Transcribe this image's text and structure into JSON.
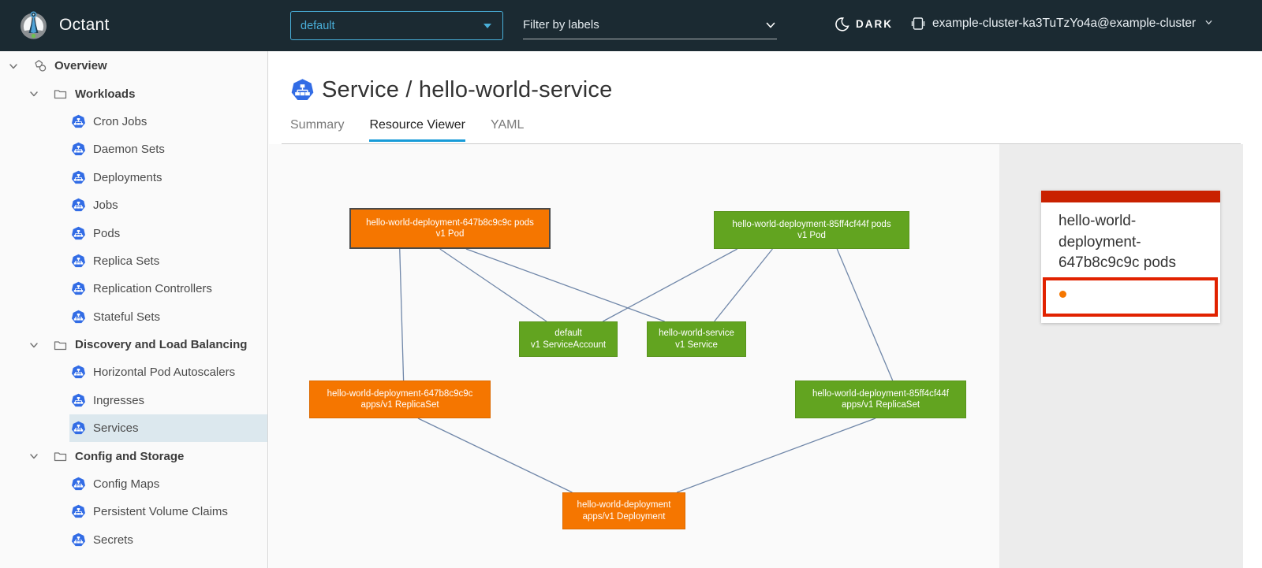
{
  "header": {
    "app_title": "Octant",
    "logo_icon": "octant-logo",
    "namespace_selector": {
      "value": "default",
      "caret_icon": "caret-down-icon"
    },
    "filter": {
      "placeholder": "Filter by labels",
      "chevron_icon": "chevron-down-icon"
    },
    "theme_toggle": {
      "label": "DARK",
      "icon": "moon-icon"
    },
    "context": {
      "label": "example-cluster-ka3TuTzYo4a@example-cluster",
      "icon": "cluster-icon",
      "chevron_icon": "chevron-down-icon"
    }
  },
  "sidebar": {
    "items": [
      {
        "label": "Overview",
        "level": 0,
        "group": true,
        "expandable": true,
        "icon": "applications-icon"
      },
      {
        "label": "Workloads",
        "level": 1,
        "group": true,
        "expandable": true,
        "icon": "folder-icon"
      },
      {
        "label": "Cron Jobs",
        "level": 2,
        "icon": "cronjob-icon"
      },
      {
        "label": "Daemon Sets",
        "level": 2,
        "icon": "daemonset-icon"
      },
      {
        "label": "Deployments",
        "level": 2,
        "icon": "deployment-icon"
      },
      {
        "label": "Jobs",
        "level": 2,
        "icon": "job-icon"
      },
      {
        "label": "Pods",
        "level": 2,
        "icon": "pod-icon"
      },
      {
        "label": "Replica Sets",
        "level": 2,
        "icon": "replicaset-icon"
      },
      {
        "label": "Replication Controllers",
        "level": 2,
        "icon": "replicationcontroller-icon"
      },
      {
        "label": "Stateful Sets",
        "level": 2,
        "icon": "statefulset-icon"
      },
      {
        "label": "Discovery and Load Balancing",
        "level": 1,
        "group": true,
        "expandable": true,
        "icon": "folder-icon"
      },
      {
        "label": "Horizontal Pod Autoscalers",
        "level": 2,
        "icon": "hpa-icon"
      },
      {
        "label": "Ingresses",
        "level": 2,
        "icon": "ingress-icon"
      },
      {
        "label": "Services",
        "level": 2,
        "icon": "service-icon",
        "selected": true
      },
      {
        "label": "Config and Storage",
        "level": 1,
        "group": true,
        "expandable": true,
        "icon": "folder-icon"
      },
      {
        "label": "Config Maps",
        "level": 2,
        "icon": "configmap-icon"
      },
      {
        "label": "Persistent Volume Claims",
        "level": 2,
        "icon": "pvc-icon"
      },
      {
        "label": "Secrets",
        "level": 2,
        "icon": "secret-icon"
      }
    ]
  },
  "main": {
    "page_title": "Service / hello-world-service",
    "page_icon": "service-icon",
    "tabs": [
      {
        "label": "Summary",
        "active": false
      },
      {
        "label": "Resource Viewer",
        "active": true
      },
      {
        "label": "YAML",
        "active": false
      }
    ]
  },
  "graph": {
    "nodes": [
      {
        "id": "pod-647",
        "line1": "hello-world-deployment-647b8c9c9c pods",
        "line2": "v1 Pod",
        "color": "orange",
        "selected": true
      },
      {
        "id": "pod-85f",
        "line1": "hello-world-deployment-85ff4cf44f pods",
        "line2": "v1 Pod",
        "color": "green",
        "selected": false
      },
      {
        "id": "sa-default",
        "line1": "default",
        "line2": "v1 ServiceAccount",
        "color": "green",
        "selected": false
      },
      {
        "id": "svc",
        "line1": "hello-world-service",
        "line2": "v1 Service",
        "color": "green",
        "selected": false
      },
      {
        "id": "rs-647",
        "line1": "hello-world-deployment-647b8c9c9c",
        "line2": "apps/v1 ReplicaSet",
        "color": "orange",
        "selected": false
      },
      {
        "id": "rs-85f",
        "line1": "hello-world-deployment-85ff4cf44f",
        "line2": "apps/v1 ReplicaSet",
        "color": "green",
        "selected": false
      },
      {
        "id": "deploy",
        "line1": "hello-world-deployment",
        "line2": "apps/v1 Deployment",
        "color": "orange",
        "selected": false
      }
    ],
    "edges": [
      {
        "from": "pod-647",
        "to": "rs-647"
      },
      {
        "from": "pod-647",
        "to": "sa-default"
      },
      {
        "from": "pod-647",
        "to": "svc"
      },
      {
        "from": "pod-85f",
        "to": "sa-default"
      },
      {
        "from": "pod-85f",
        "to": "svc"
      },
      {
        "from": "pod-85f",
        "to": "rs-85f"
      },
      {
        "from": "rs-647",
        "to": "deploy"
      },
      {
        "from": "rs-85f",
        "to": "deploy"
      }
    ]
  },
  "detail_panel": {
    "title": "hello-world-deployment-647b8c9c9c pods",
    "status_dot_icon": "pod-status-dot"
  },
  "colors": {
    "header_bg": "#1b2a32",
    "accent_blue": "#49afd9",
    "tab_active_underline": "#179bd8",
    "k8s_icon_blue": "#326ce5",
    "node_orange": "#f57600",
    "node_green": "#62a420",
    "edge": "#7087a9",
    "panel_bg": "#ececec",
    "status_bar_red": "#c92100",
    "status_border_red": "#e12200",
    "status_dot_orange": "#f57600",
    "selected_row_bg": "#dce8ee"
  }
}
